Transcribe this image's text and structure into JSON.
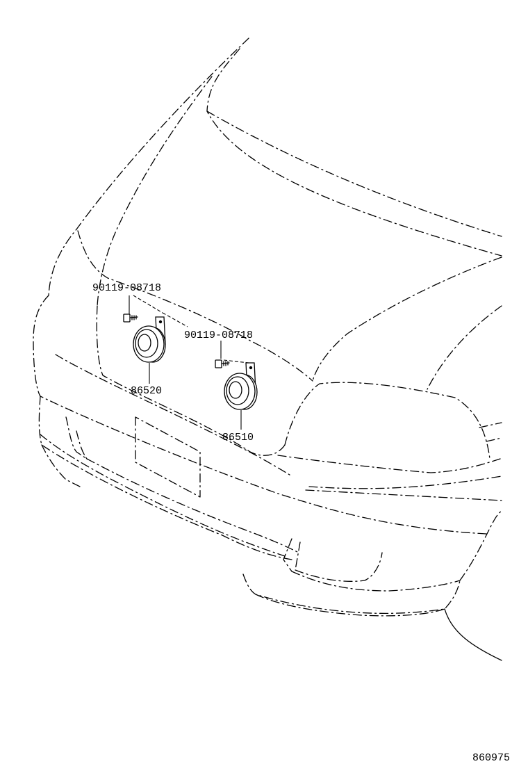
{
  "diagram": {
    "callouts": {
      "bolt_upper": "90119-08718",
      "bolt_lower": "90119-08718",
      "horn_left": "86520",
      "horn_right": "86510"
    },
    "figure_number": "860975"
  }
}
